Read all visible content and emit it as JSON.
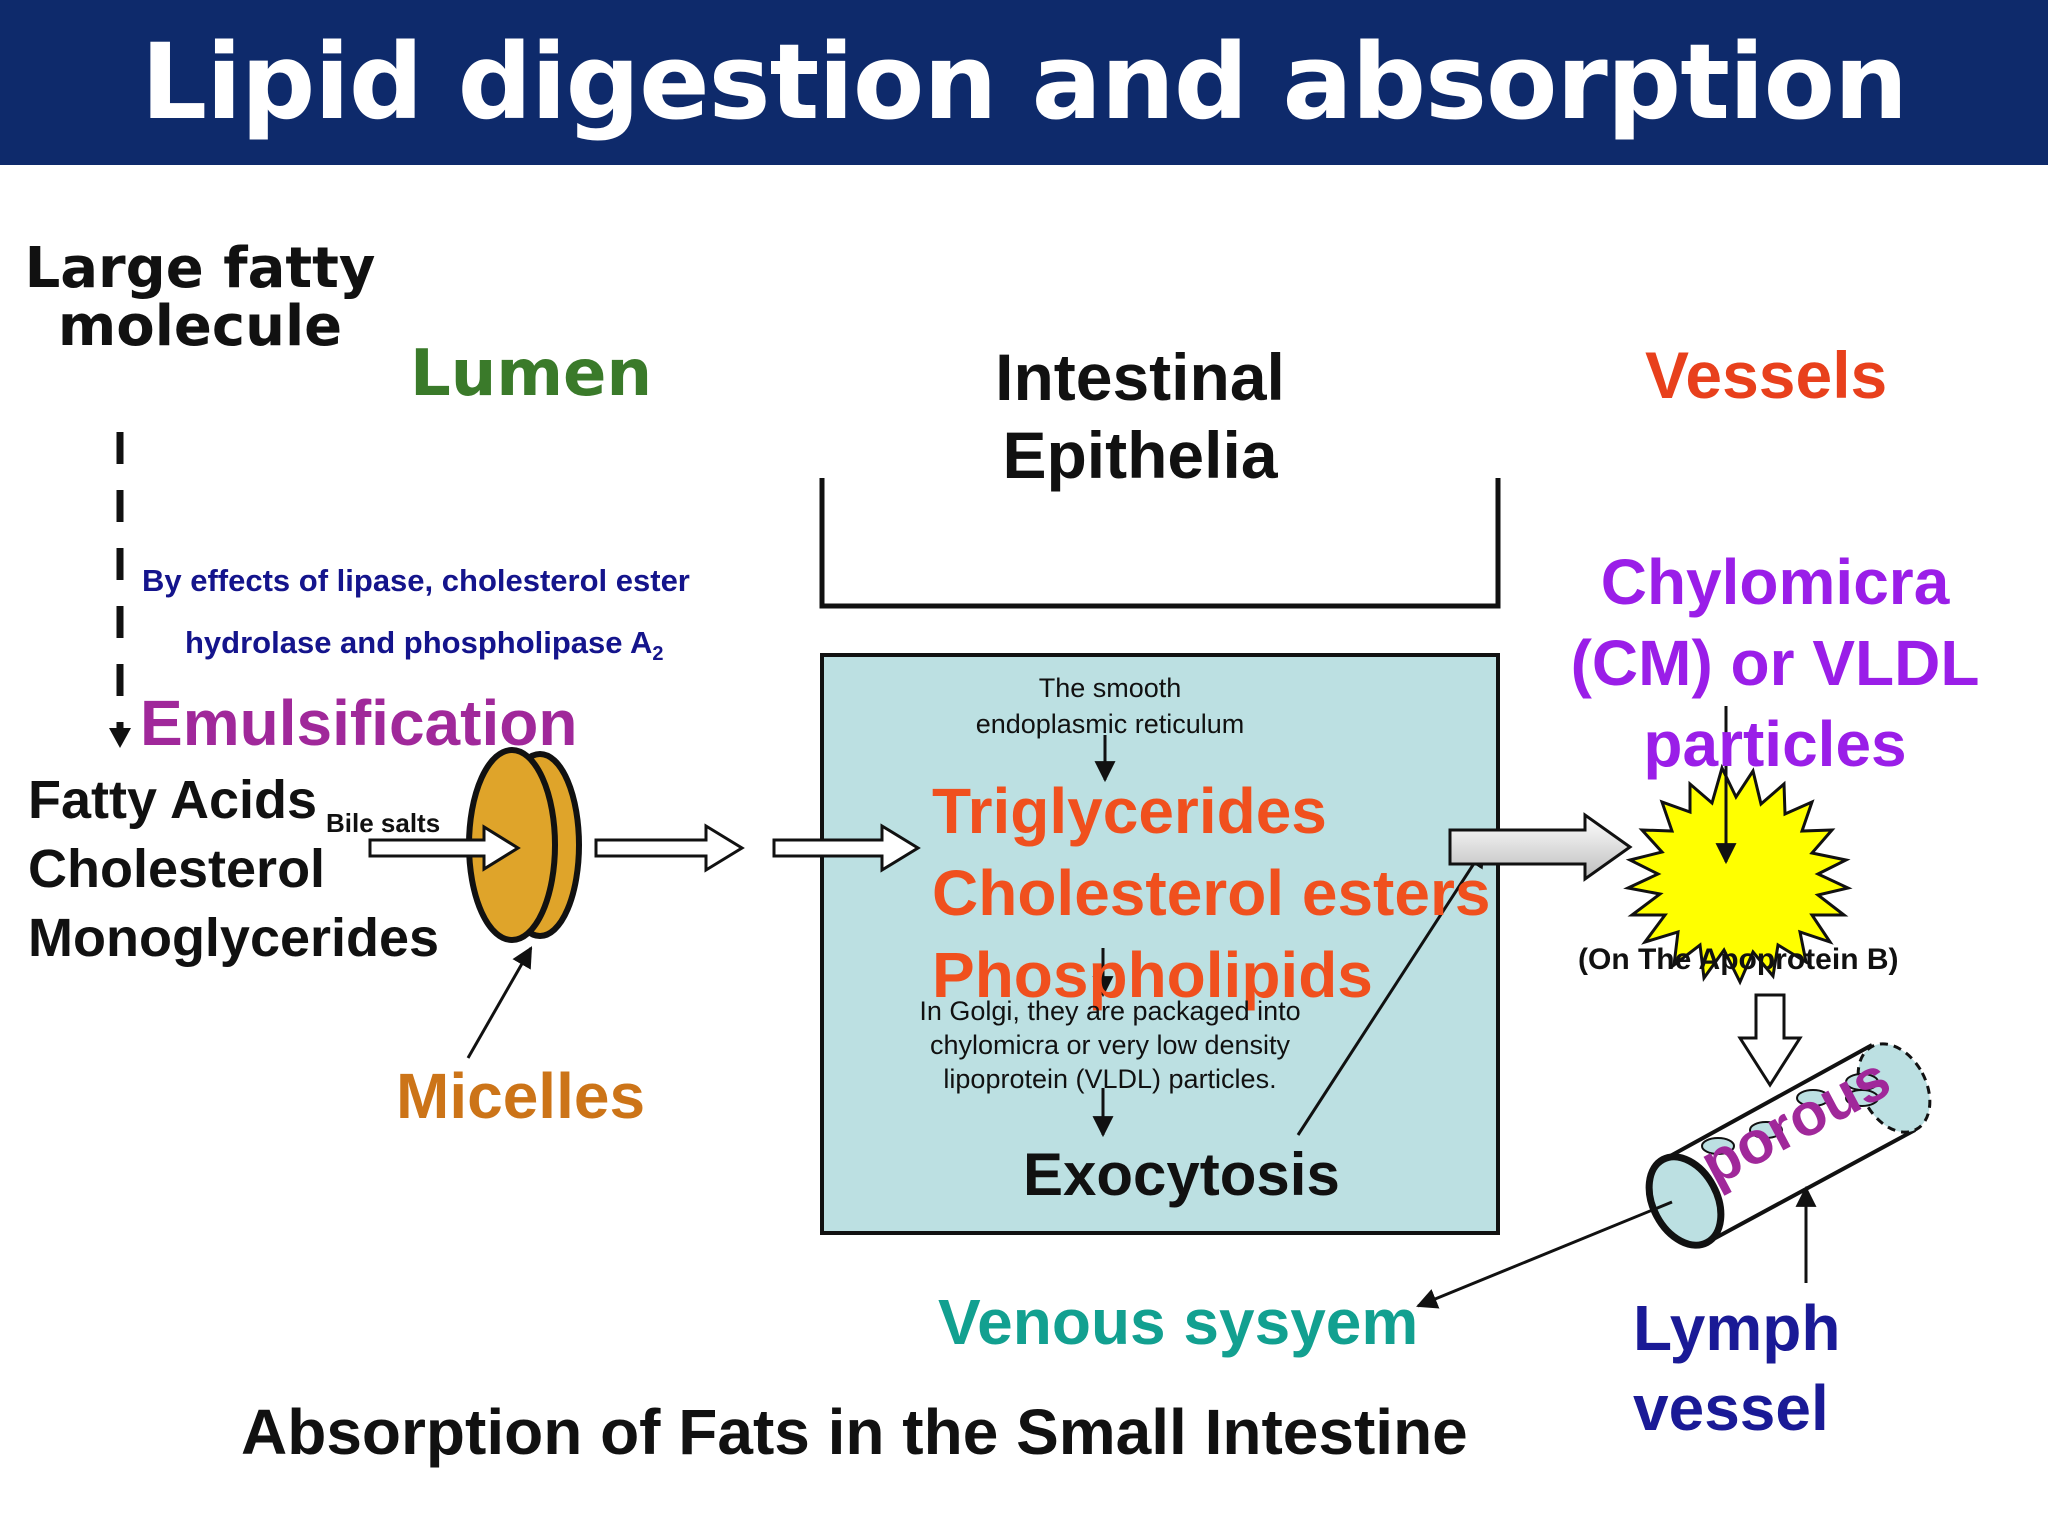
{
  "title": "Lipid digestion and absorption",
  "labels": {
    "large_fatty": [
      "Large fatty",
      "molecule"
    ],
    "lumen": "Lumen",
    "intestinal": [
      "Intestinal",
      "Epithelia"
    ],
    "vessels": "Vessels",
    "enzymes": [
      "By effects of lipase, cholesterol ester",
      "hydrolase and phospholipase A",
      "2"
    ],
    "emulsification": "Emulsification",
    "products": [
      "Fatty Acids",
      "Cholesterol",
      "Monoglycerides"
    ],
    "bile_salts": "Bile salts",
    "micelles": "Micelles",
    "ser": [
      "The smooth",
      "endoplasmic reticulum"
    ],
    "lipids": [
      "Triglycerides",
      "Cholesterol esters",
      "Phospholipids"
    ],
    "golgi": [
      "In Golgi, they are packaged into",
      "chylomicra or very low density",
      "lipoprotein (VLDL) particles."
    ],
    "exocytosis": "Exocytosis",
    "chylomicra": [
      "Chylomicra",
      "(CM) or VLDL",
      "particles"
    ],
    "apoprotein": "(On The Apoprotein B)",
    "porous": "porous",
    "venous": "Venous sysyem",
    "lymph": [
      "Lymph",
      "vessel"
    ],
    "caption": "Absorption of Fats in the Small Intestine"
  },
  "colors": {
    "banner": "#0e2a6b",
    "lumen": "#3a7a2a",
    "vessels": "#e8401c",
    "enzymes": "#14148c",
    "emulsification": "#a0289a",
    "micelles": "#cc7418",
    "lipids": "#f0501e",
    "chylomicra": "#9a1ee8",
    "venous": "#12a090",
    "lymph": "#1a1a96",
    "epithelia_box": "#bce0e2",
    "particle": "#ffff00",
    "micelle_fill": "#dfa42a"
  }
}
